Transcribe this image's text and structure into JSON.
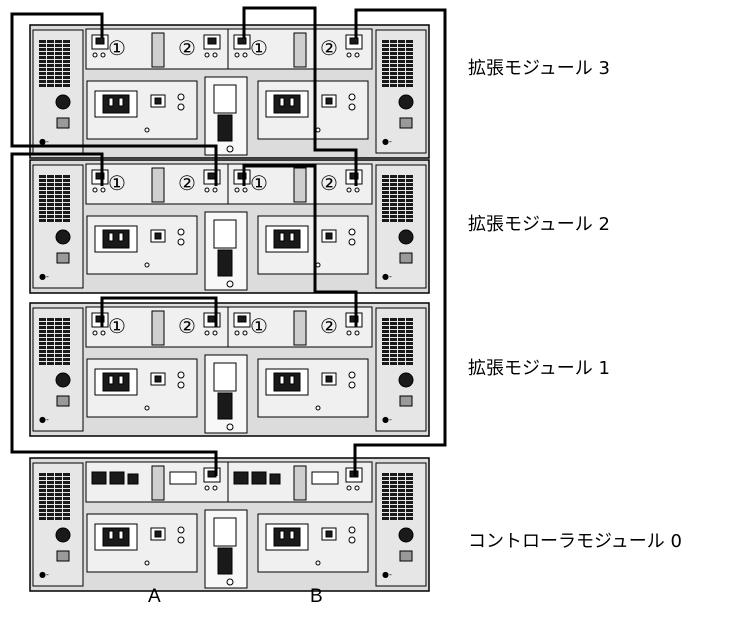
{
  "modules": [
    {
      "label": "拡張モジュール 3",
      "type": "expansion"
    },
    {
      "label": "拡張モジュール 2",
      "type": "expansion"
    },
    {
      "label": "拡張モジュール 1",
      "type": "expansion"
    },
    {
      "label": "コントローラモジュール 0",
      "type": "controller"
    }
  ],
  "port_labels": [
    "①",
    "②"
  ],
  "controller_labels": {
    "a": "A",
    "b": "B"
  },
  "colors": {
    "cable": "#000000",
    "chassis": "#dcdcdc",
    "panel": "#f0f0f0",
    "dark": "#1a1a1a"
  }
}
